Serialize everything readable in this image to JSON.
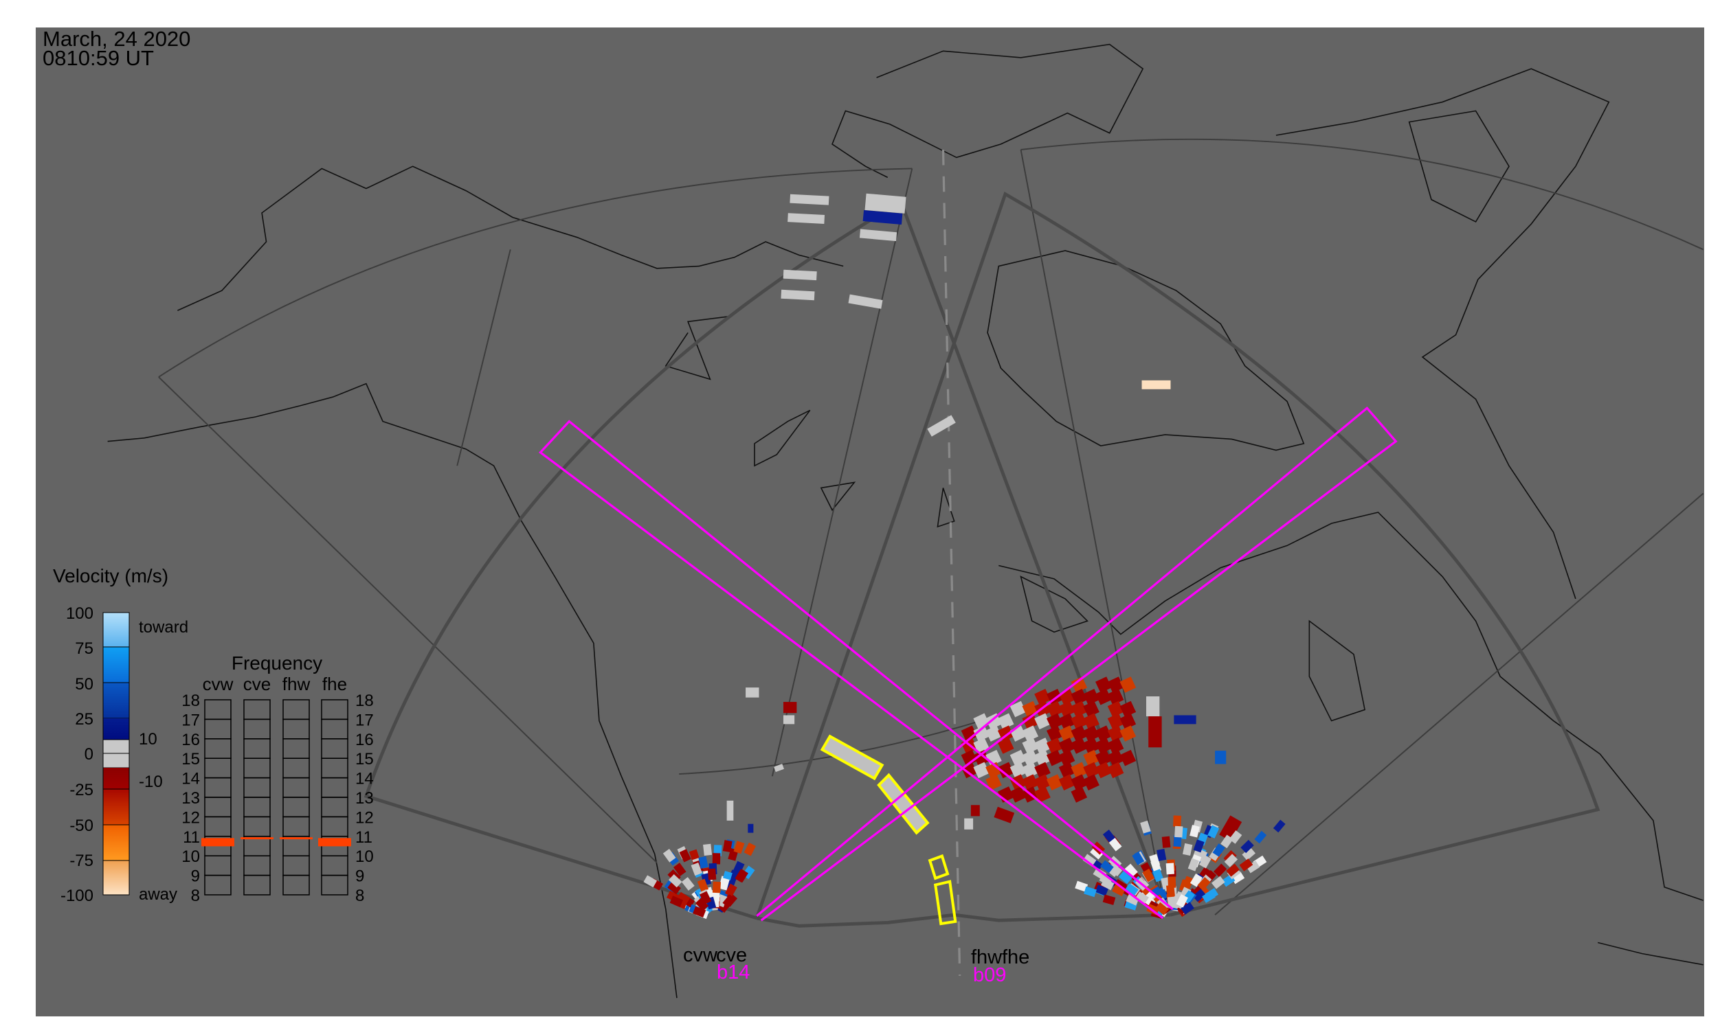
{
  "header": {
    "date": "March, 24 2020",
    "time": "0810:59 UT"
  },
  "velocity_legend": {
    "title": "Velocity (m/s)",
    "ticks": [
      "100",
      "75",
      "50",
      "25",
      "0",
      "-25",
      "-50",
      "-75",
      "-100"
    ],
    "toward_label": "toward",
    "away_label": "away",
    "gray_upper": "10",
    "gray_lower": "-10"
  },
  "frequency_panel": {
    "title": "Frequency",
    "radars": [
      {
        "name": "cvw",
        "freq_mhz": 10.7
      },
      {
        "name": "cve",
        "freq_mhz": 10.9
      },
      {
        "name": "fhw",
        "freq_mhz": 10.9
      },
      {
        "name": "fhe",
        "freq_mhz": 10.7
      }
    ],
    "scale": [
      "18",
      "17",
      "16",
      "15",
      "14",
      "13",
      "12",
      "11",
      "10",
      "9",
      "8"
    ],
    "highlight_color": "#ff4000"
  },
  "radars": {
    "cvw": "cvw",
    "cve": "cve",
    "cve_beam": "b14",
    "fhw": "fhw",
    "fhe": "fhe",
    "fhw_beam": "b09"
  },
  "colors": {
    "background": "#646464",
    "beam": "#ff00ff",
    "fov": "#4a4a4a",
    "highlight": "#ffff00"
  }
}
